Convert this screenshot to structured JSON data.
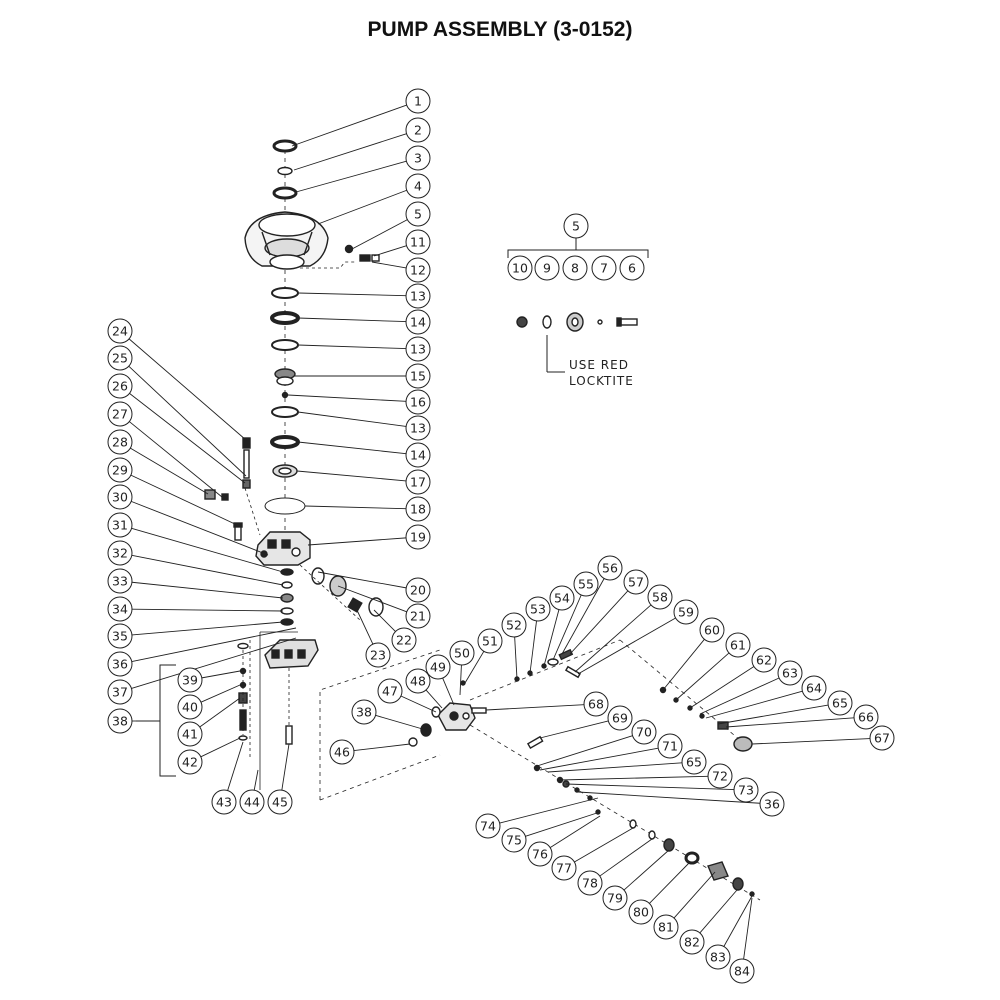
{
  "title": "PUMP ASSEMBLY (3-0152)",
  "note": {
    "line1": "USE RED",
    "line2": "LOCKTITE"
  },
  "callouts": [
    "1",
    "2",
    "3",
    "4",
    "5",
    "11",
    "12",
    "13",
    "14",
    "13",
    "15",
    "16",
    "13",
    "14",
    "17",
    "18",
    "19",
    "20",
    "21",
    "22",
    "23",
    "24",
    "25",
    "26",
    "27",
    "28",
    "29",
    "30",
    "31",
    "32",
    "33",
    "34",
    "35",
    "36",
    "37",
    "38",
    "39",
    "40",
    "41",
    "42",
    "43",
    "44",
    "45",
    "46",
    "38",
    "47",
    "48",
    "49",
    "50",
    "51",
    "52",
    "53",
    "54",
    "55",
    "56",
    "57",
    "58",
    "59",
    "60",
    "61",
    "62",
    "63",
    "64",
    "65",
    "66",
    "67",
    "68",
    "69",
    "70",
    "71",
    "65",
    "72",
    "73",
    "36",
    "74",
    "75",
    "76",
    "77",
    "78",
    "79",
    "80",
    "81",
    "82",
    "83",
    "84",
    "5",
    "10",
    "9",
    "8",
    "7",
    "6"
  ]
}
